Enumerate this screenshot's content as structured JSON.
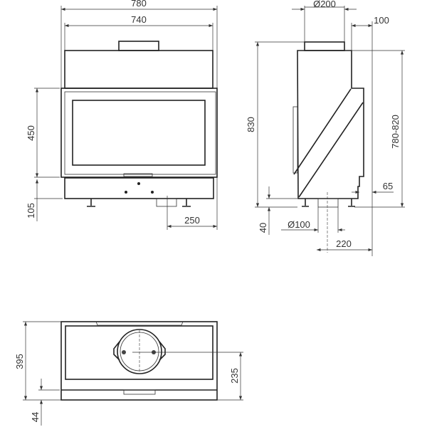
{
  "title": "Fireplace insert dimension drawing",
  "front_view": {
    "overall_width": "780",
    "body_width": "740",
    "door_height": "450",
    "base_height": "105",
    "outlet_offset": "250"
  },
  "side_view": {
    "flue_diameter": "Ø200",
    "rear_offset": "100",
    "overall_height": "830",
    "height_range": "780-820",
    "step_depth": "65",
    "foot_height": "40",
    "inlet_diameter": "Ø100",
    "inlet_offset": "220"
  },
  "bottom_view": {
    "depth": "395",
    "flue_center": "235",
    "lip_depth": "44"
  }
}
